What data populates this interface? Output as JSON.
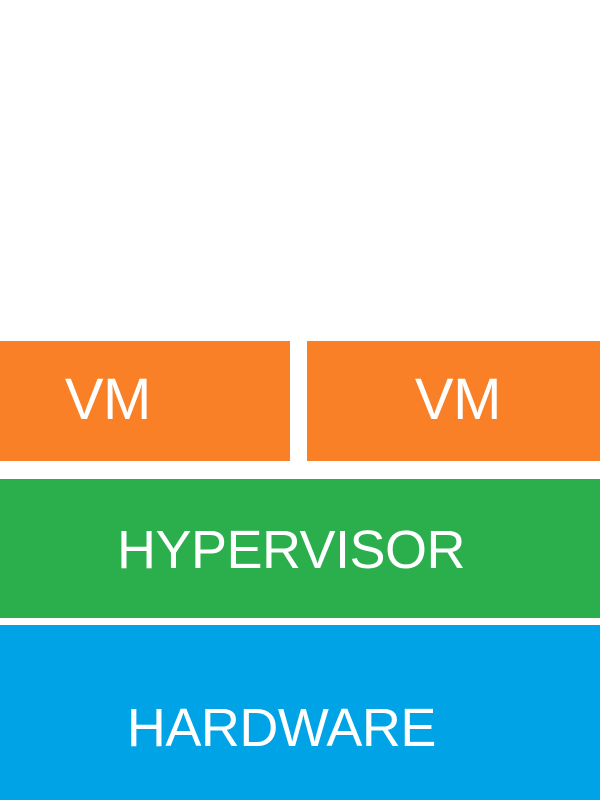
{
  "diagram": {
    "name": "virtualization-stack-diagram",
    "background_color": "#ffffff",
    "text_color": "#ffffff",
    "layers": [
      {
        "id": "vm-1",
        "label": "VM",
        "color": "#f98026",
        "row": "virtual-machines"
      },
      {
        "id": "vm-2",
        "label": "VM",
        "color": "#f98026",
        "row": "virtual-machines"
      },
      {
        "id": "hypervisor",
        "label": "HYPERVISOR",
        "color": "#2baf4d",
        "row": "hypervisor"
      },
      {
        "id": "hardware",
        "label": "HARDWARE",
        "color": "#00a3e6",
        "row": "hardware"
      }
    ]
  }
}
